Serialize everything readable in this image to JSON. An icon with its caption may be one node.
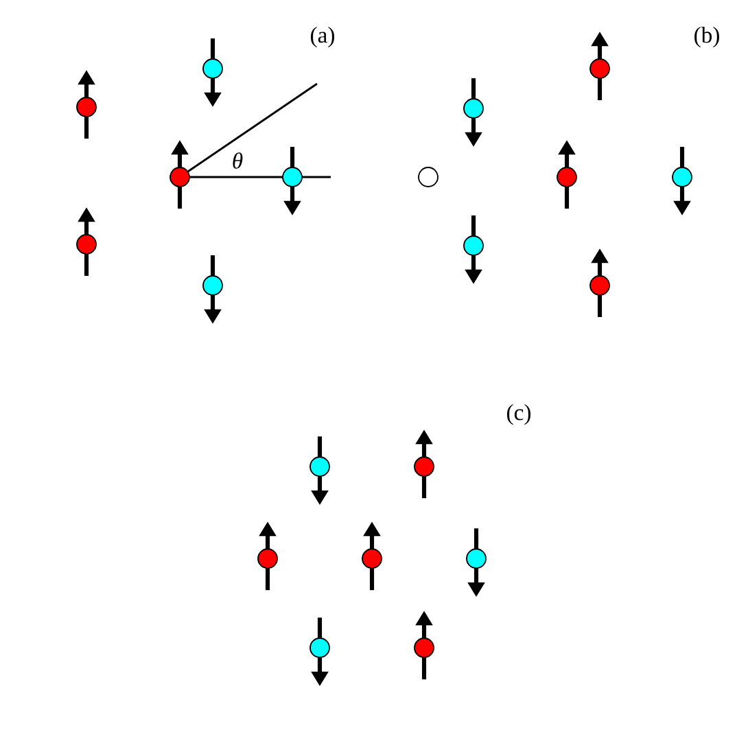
{
  "diagram": {
    "nodes": [
      {
        "text": [],
        "shape": "circle"
      },
      {
        "text": [],
        "shape": "circle"
      },
      {
        "text": [],
        "shape": "circle"
      },
      {
        "text": [],
        "shape": "circle"
      },
      {
        "text": [],
        "shape": "circle"
      },
      {
        "text": [],
        "shape": "circle"
      },
      {
        "text": [],
        "shape": "circle"
      },
      {
        "text": [],
        "shape": "circle"
      },
      {
        "text": [],
        "shape": "circle"
      },
      {
        "text": [],
        "shape": "circle"
      },
      {
        "text": [],
        "shape": "circle"
      },
      {
        "text": [],
        "shape": "circle"
      },
      {
        "text": [],
        "shape": "circle"
      },
      {
        "text": [],
        "shape": "circle"
      },
      {
        "text": [],
        "shape": "circle"
      },
      {
        "text": [],
        "shape": "circle"
      },
      {
        "text": [],
        "shape": "circle"
      },
      {
        "text": [],
        "shape": "circle"
      },
      {
        "text": [],
        "shape": "circle"
      },
      {
        "text": [],
        "shape": "circle"
      }
    ],
    "labels": [
      "(a)",
      "θ",
      "(b)",
      "(c)"
    ]
  }
}
